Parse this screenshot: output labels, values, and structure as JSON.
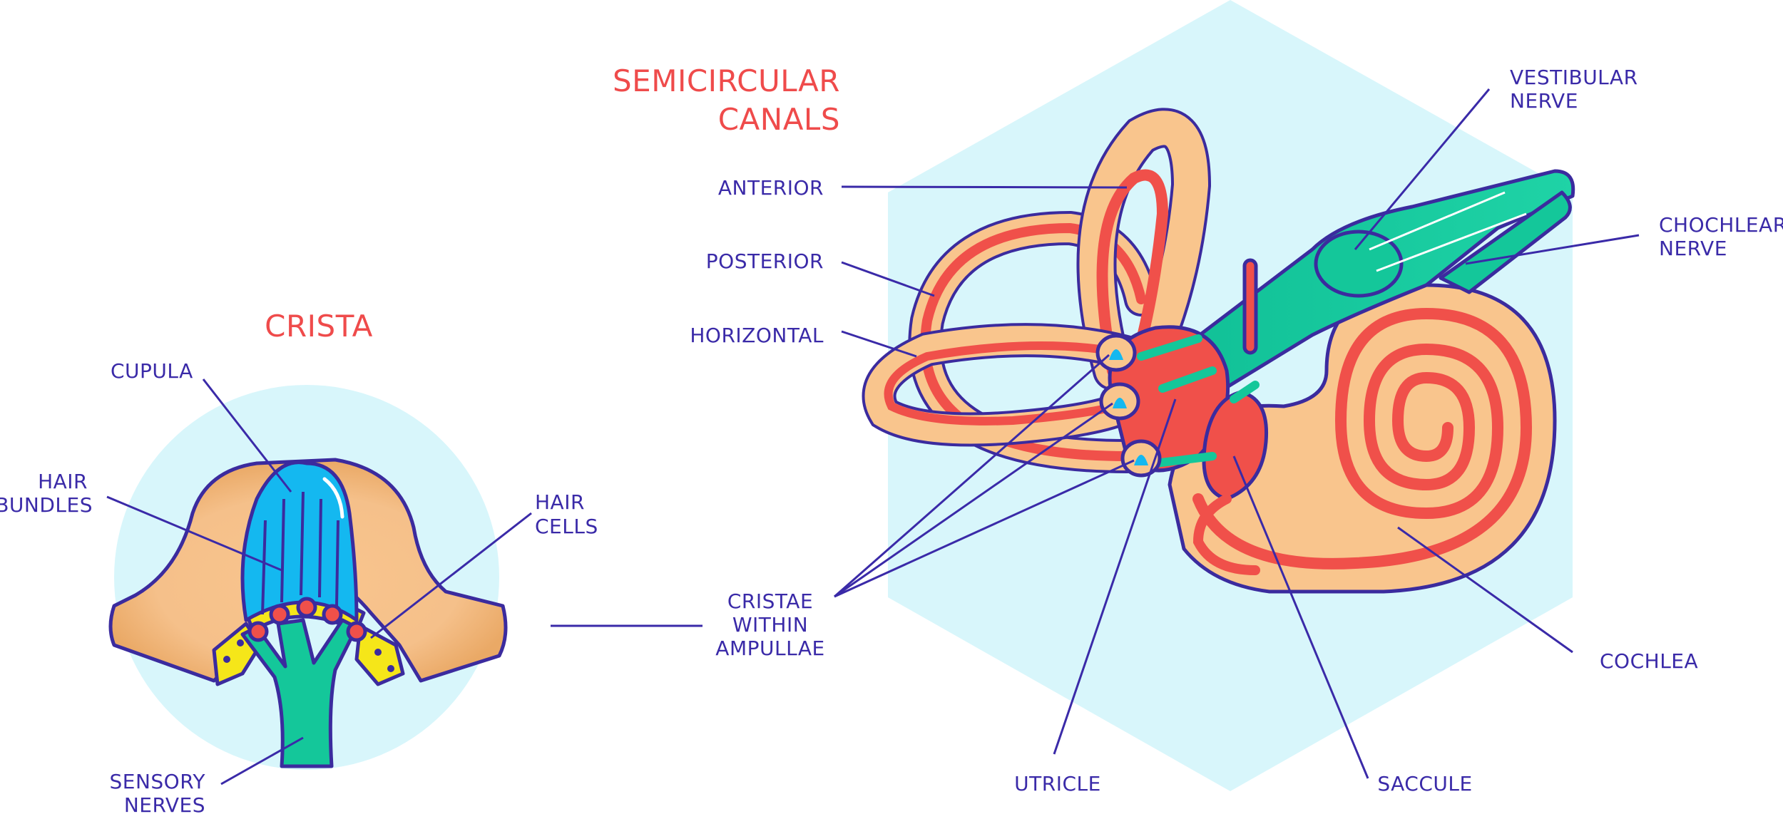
{
  "titles": {
    "crista": "CRISTA",
    "semicircular_line1": "SEMICIRCULAR",
    "semicircular_line2": "CANALS"
  },
  "labels": {
    "cupula": "CUPULA",
    "hair_bundles_1": "HAIR",
    "hair_bundles_2": "BUNDLES",
    "hair_cells_1": "HAIR",
    "hair_cells_2": "CELLS",
    "sensory_nerves_1": "SENSORY",
    "sensory_nerves_2": "NERVES",
    "anterior": "ANTERIOR",
    "posterior": "POSTERIOR",
    "horizontal": "HORIZONTAL",
    "cristae_1": "CRISTAE",
    "cristae_2": "WITHIN",
    "cristae_3": "AMPULLAE",
    "vestibular_nerve_1": "VESTIBULAR",
    "vestibular_nerve_2": "NERVE",
    "cochlear_nerve_1": "CHOCHLEAR",
    "cochlear_nerve_2": "NERVE",
    "cochlea": "COCHLEA",
    "utricle": "UTRICLE",
    "saccule": "SACCULE"
  },
  "colors": {
    "label_text": "#3a2aa8",
    "title_text": "#ef4b4b",
    "outline": "#3b2b9e",
    "bone": "#f9c58d",
    "membrane_red": "#f0504a",
    "nerve_green": "#14c79a",
    "cupula_blue": "#14b8f0",
    "hair_cell_yellow": "#f5e619",
    "background_blue": "#d8f6fb"
  }
}
